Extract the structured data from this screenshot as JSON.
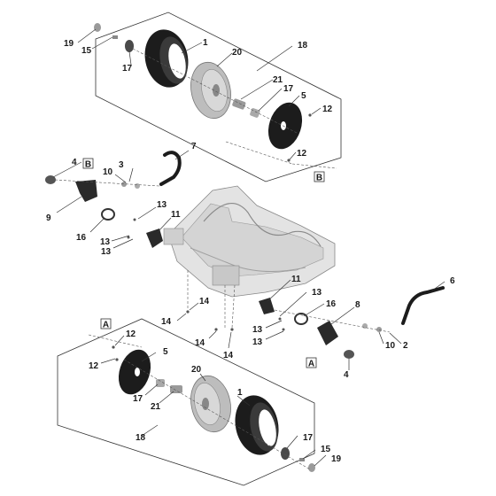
{
  "labels": {
    "n1": "1",
    "n2": "2",
    "n3": "3",
    "n4": "4",
    "n5": "5",
    "n6": "6",
    "n7": "7",
    "n8": "8",
    "n9": "9",
    "n10": "10",
    "n11": "11",
    "n12": "12",
    "n13": "13",
    "n14": "14",
    "n15": "15",
    "n16": "16",
    "n17": "17",
    "n18": "18",
    "n19": "19",
    "n20": "20",
    "n21": "21"
  },
  "ref_markers": {
    "a": "A",
    "b": "B"
  },
  "colors": {
    "part_dark": "#1c1c1c",
    "part_grey": "#b9b9b9",
    "part_light": "#e2e2e2",
    "line": "#333333"
  }
}
